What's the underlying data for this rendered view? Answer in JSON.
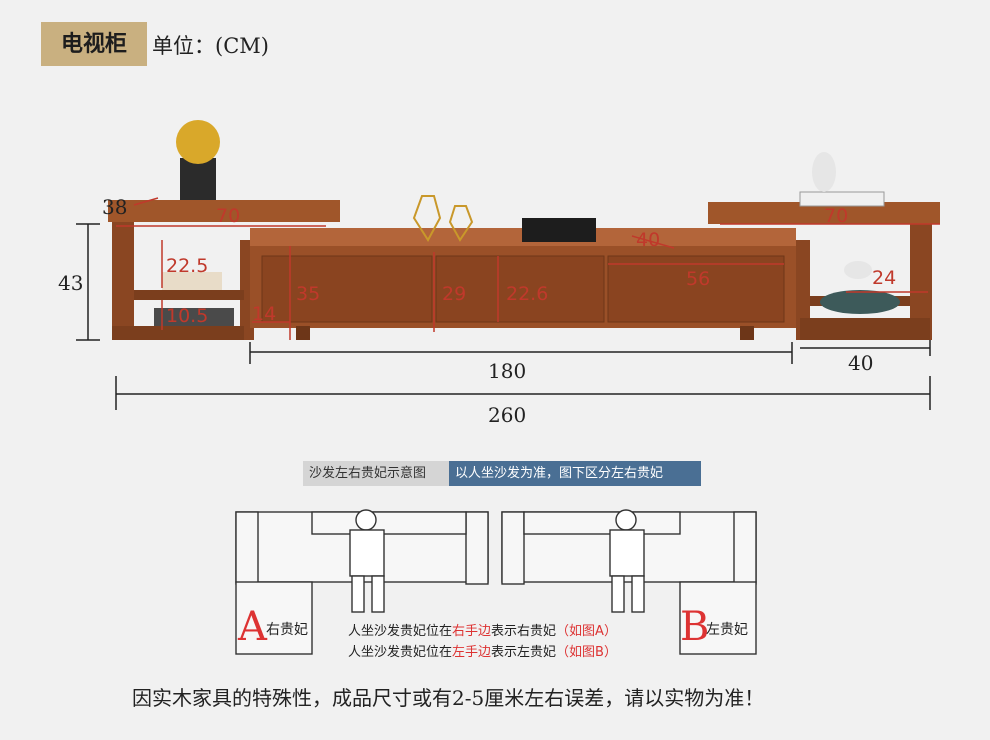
{
  "header": {
    "badge": "电视柜",
    "unit": "单位：(CM)"
  },
  "dims": {
    "left_depth": "38",
    "left_width": "70",
    "left_height": "43",
    "left_shelf1": "22.5",
    "left_shelf2": "10.5",
    "gap": "14",
    "main_h": "35",
    "drawer_h": "29",
    "drawer_inner": "22.6",
    "right_depth": "40",
    "right_drawer_w": "56",
    "right_width": "70",
    "right_shelf": "24",
    "right_base": "40",
    "main_width": "180",
    "total_width": "260"
  },
  "legend": {
    "left": "沙发左右贵妃示意图",
    "right": "以人坐沙发为准，图下区分左右贵妃"
  },
  "sofa_a": {
    "letter": "A",
    "label": "右贵妃"
  },
  "sofa_b": {
    "letter": "B",
    "label": "左贵妃"
  },
  "notes": {
    "line1_pre": "人坐沙发贵妃位在",
    "line1_red": "右手边",
    "line1_post": "表示右贵妃",
    "line1_ref": "（如图A）",
    "line2_pre": "人坐沙发贵妃位在",
    "line2_red": "左手边",
    "line2_post": "表示左贵妃",
    "line2_ref": "（如图B）"
  },
  "footer": "因实木家具的特殊性，成品尺寸或有2-5厘米左右误差，请以实物为准！",
  "colors": {
    "wood": "#a0562a",
    "wood_dark": "#6d3618",
    "badge": "#c9b080",
    "accent": "#d33"
  }
}
